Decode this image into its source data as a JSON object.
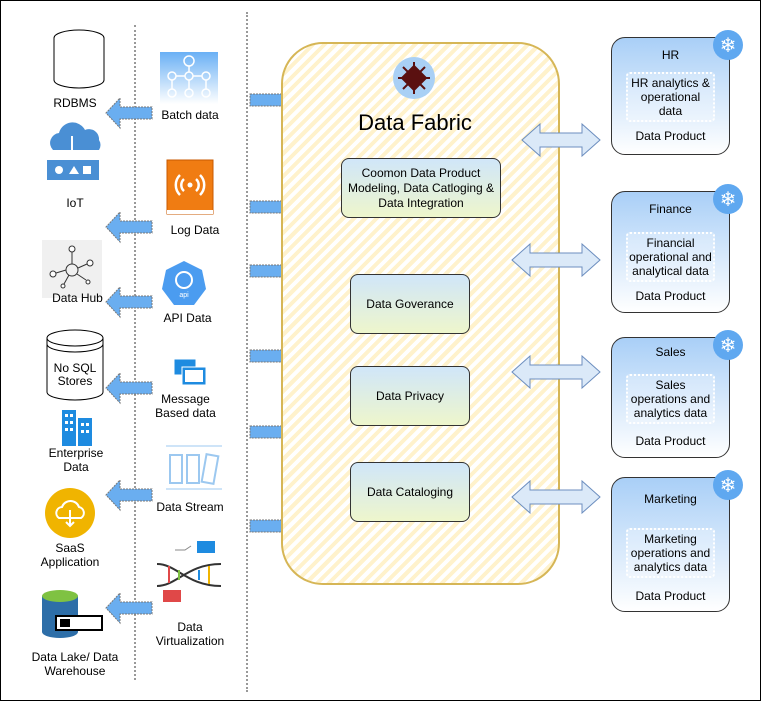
{
  "sources": [
    "RDBMS",
    "IoT",
    "Data Hub",
    "No SQL Stores",
    "Enterprise Data",
    "SaaS Application",
    "Data Lake/ Data Warehouse"
  ],
  "ingestion": [
    "Batch data",
    "Log Data",
    "API Data",
    "Message Based data",
    "Data Stream",
    "Data Virtualization"
  ],
  "api_icon_text": "api",
  "fabric": {
    "title": "Data Fabric",
    "boxes": [
      "Coomon Data Product Modeling,  Data Catloging & Data Integration",
      "Data Goverance",
      "Data Privacy",
      "Data Cataloging"
    ]
  },
  "products": [
    {
      "name": "HR",
      "desc": "HR analytics & operational data",
      "footer": "Data Product"
    },
    {
      "name": "Finance",
      "desc": "Financial operational and analytical data",
      "footer": "Data Product"
    },
    {
      "name": "Sales",
      "desc": "Sales operations and analytics data",
      "footer": "Data Product"
    },
    {
      "name": "Marketing",
      "desc": "Marketing operations and analytics data",
      "footer": "Data Product"
    }
  ],
  "colors": {
    "fabric_border": "#d6b656",
    "fabric_fill": "#fff2cc",
    "product_fill": "#a9cff7",
    "arrow": "#6aaef0",
    "log_orange": "#f07c12"
  }
}
